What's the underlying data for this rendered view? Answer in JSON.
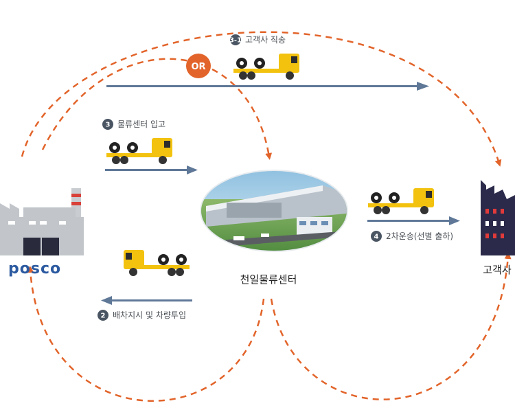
{
  "colors": {
    "accent": "#E2642A",
    "arrow": "#5f7898",
    "truck_yellow": "#F2C20F",
    "badge": "#4a5563"
  },
  "nodes": {
    "posco_logo": "posco",
    "center_label": "천일물류센터",
    "customer_label": "고객사"
  },
  "routes": {
    "step_3_1": {
      "num": "3-1",
      "label": "고객사 직송"
    },
    "or_label": "OR",
    "step_3": {
      "num": "3",
      "label": "물류센터 입고"
    },
    "step_4": {
      "num": "4",
      "label": "2차운송(선별 출하)"
    },
    "step_2": {
      "num": "2",
      "label": "배차지시 및 차량투입"
    }
  },
  "icons": [
    "factory-icon",
    "truck-icon",
    "warehouse-image",
    "customer-building-icon"
  ]
}
